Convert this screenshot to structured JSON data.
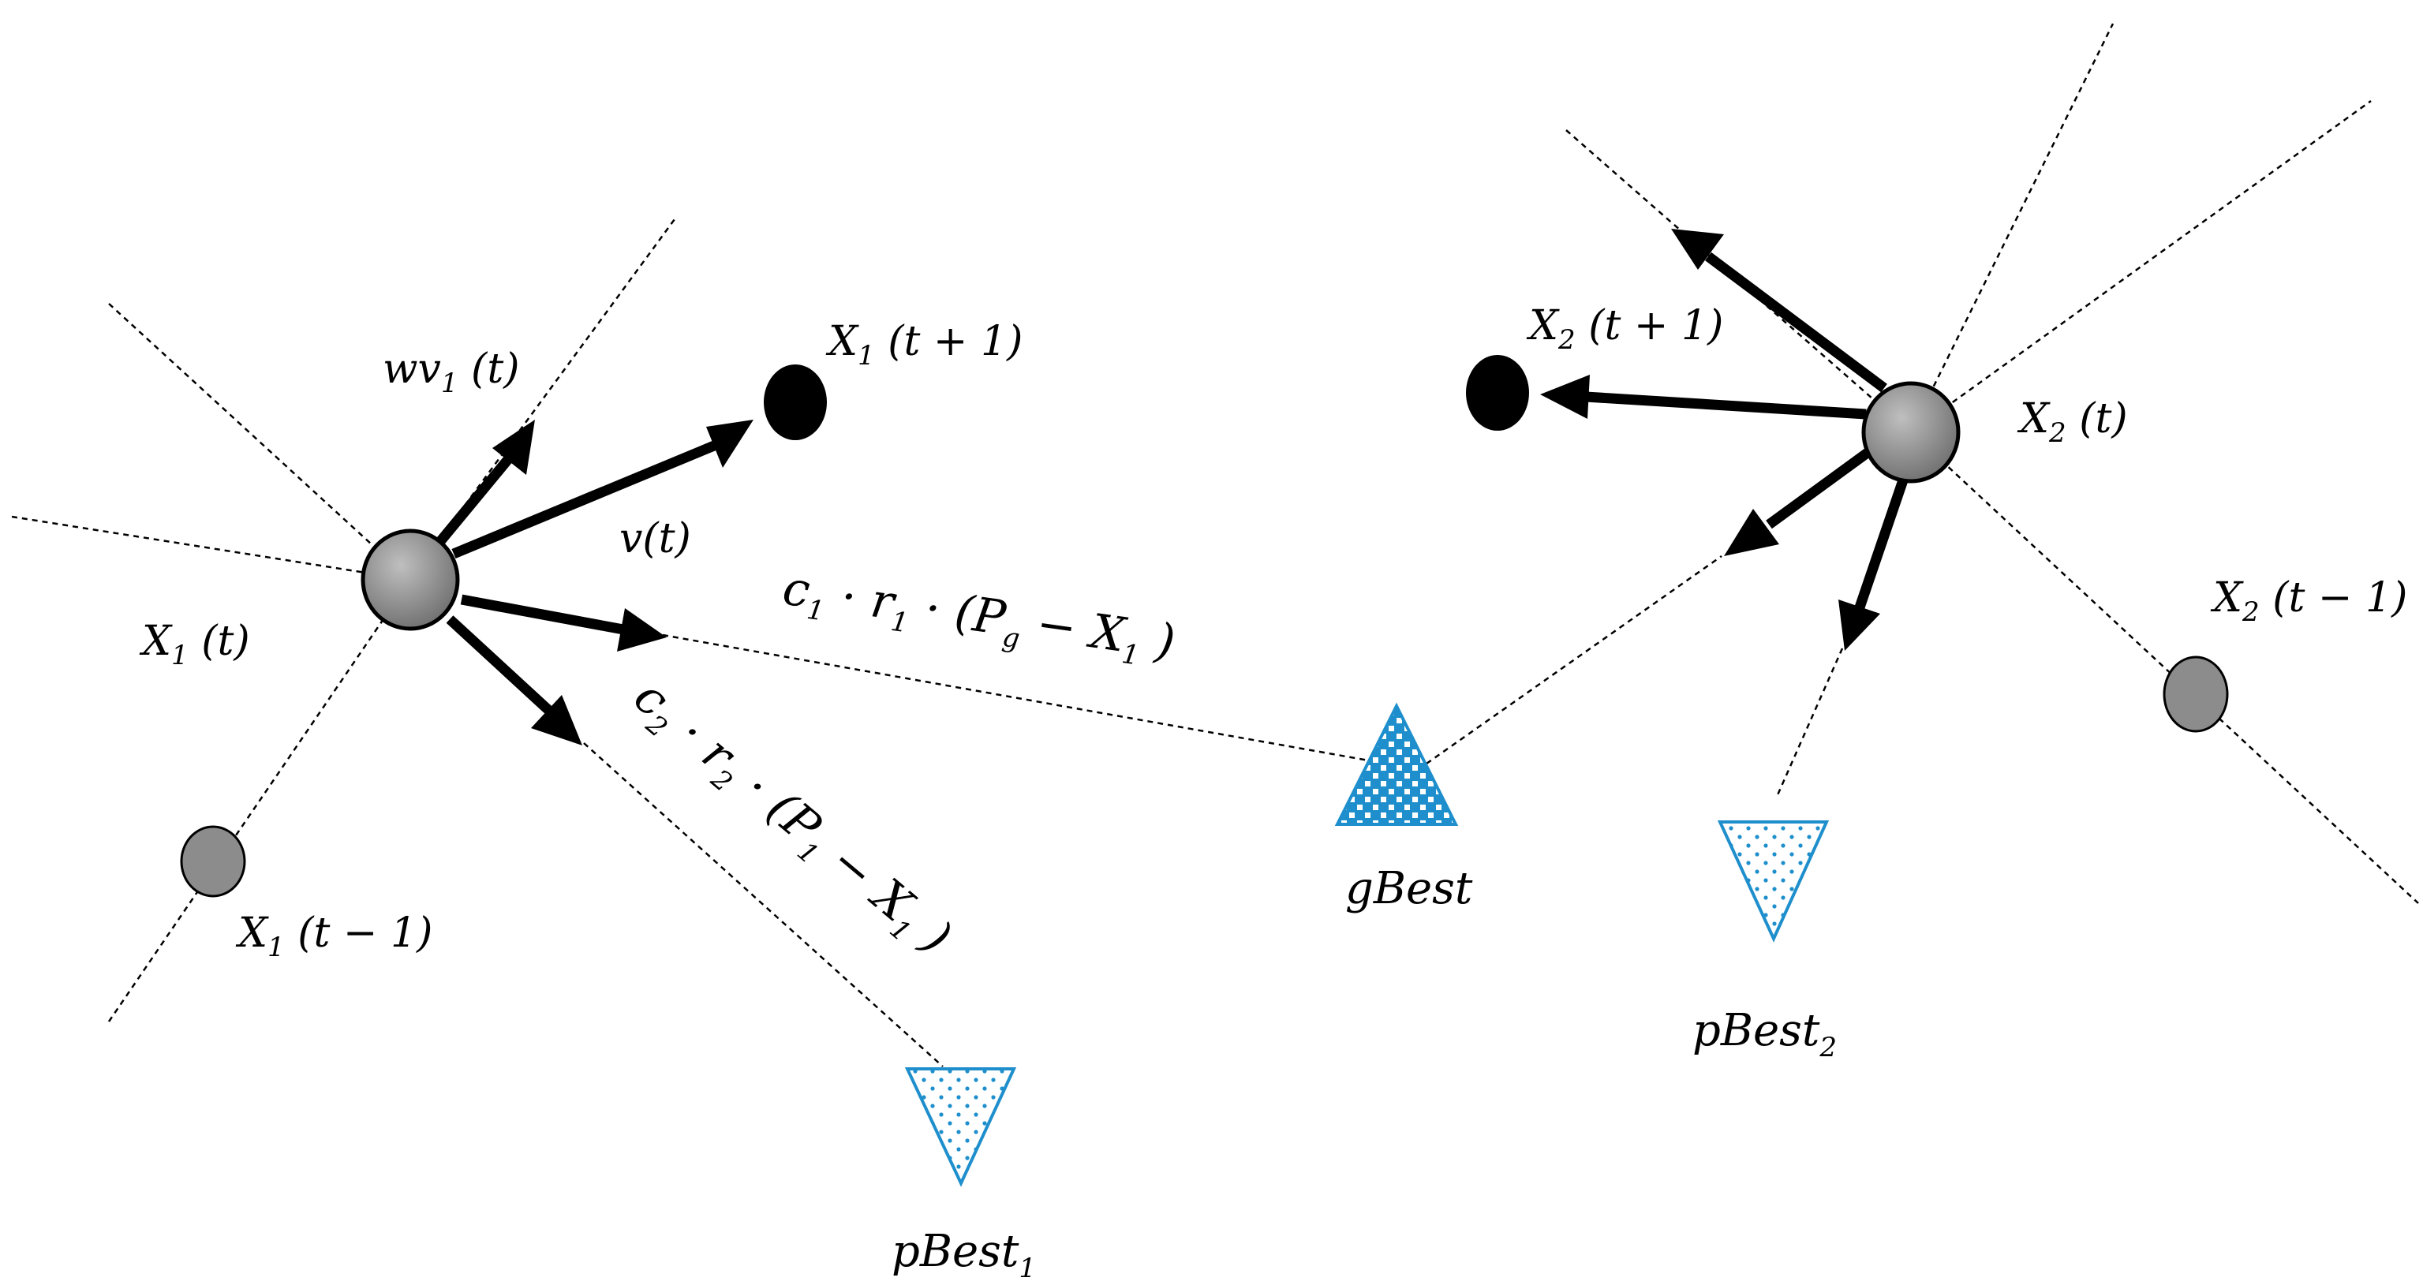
{
  "diagram": {
    "particle1": {
      "current": {
        "base": "X",
        "sub": "1",
        "rest": " (t)"
      },
      "previous": {
        "base": "X",
        "sub": "1",
        "rest": " (t − 1)"
      },
      "next": {
        "base": "X",
        "sub": "1",
        "rest": " (t + 1)"
      },
      "inertia": {
        "base": "wv",
        "sub": "1",
        "rest": " (t)"
      },
      "velocity": {
        "text": "v(t)"
      },
      "social": {
        "text": "c",
        "sub1": "1",
        "mid1": " · r",
        "sub2": "1",
        "mid2": " · (P",
        "sub3": "g",
        "tail": " − X",
        "sub4": "1",
        "end": " )"
      },
      "cognitive": {
        "text": "c",
        "sub1": "2",
        "mid1": " · r",
        "sub2": "2",
        "mid2": " · (P",
        "sub3": "1",
        "tail": " − X",
        "sub4": "1",
        "end": " )"
      },
      "pbest": {
        "base": "pBest",
        "sub": "1"
      }
    },
    "particle2": {
      "current": {
        "base": "X",
        "sub": "2",
        "rest": " (t)"
      },
      "previous": {
        "base": "X",
        "sub": "2",
        "rest": " (t − 1)"
      },
      "next": {
        "base": "X",
        "sub": "2",
        "rest": " (t + 1)"
      },
      "pbest": {
        "base": "pBest",
        "sub": "2"
      }
    },
    "gbest": {
      "text": "gBest"
    },
    "colors": {
      "particle_gray": "#8c8c8c",
      "particle_black": "#000000",
      "best_blue": "#1e8fcc",
      "line": "#000000"
    }
  }
}
